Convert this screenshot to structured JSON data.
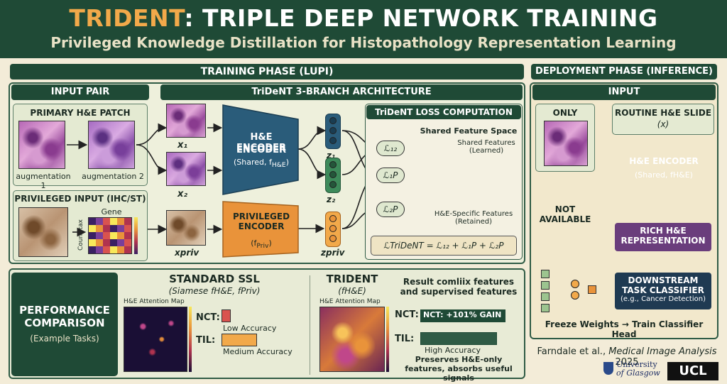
{
  "header": {
    "title_accent": "TRIDENT",
    "title_rest": ": TRIPLE DEEP NETWORK TRAINING",
    "subtitle": "Privileged Knowledge Distillation for Histopathology Representation Learning"
  },
  "training": {
    "bar": "TRAINING PHASE (LUPI)",
    "input_pair": {
      "bar": "INPUT PAIR",
      "primary_label": "PRIMARY H&E PATCH",
      "aug1": "augmentation 1",
      "aug2": "augmentation 2",
      "priv_label": "PRIVILEGED INPUT (IHC/ST)",
      "gene_expression": "Gene expression",
      "count_tax": "Count tax"
    },
    "arch": {
      "bar": "TriDeNT 3-BRANCH ARCHITECTURE",
      "x1": "x₁",
      "x2": "x₂",
      "xpriv": "xpriv",
      "he_encoder_title": "H&E ENCODER",
      "he_encoder_sub": "(Shared, f",
      "he_encoder_sub_sub": "H&E",
      "he_encoder_close": ")",
      "priv_encoder_title": "PRIVILEGED ENCODER",
      "priv_encoder_sub": "(f",
      "priv_encoder_sub_sub": "Priv",
      "priv_encoder_close": ")",
      "z1": "z₁",
      "z2": "z₂",
      "zpriv": "zpriv"
    },
    "loss": {
      "bar": "TriDeNT LOSS COMPUTATION",
      "l12": "ℒ₁₂",
      "l1p": "ℒ₁P",
      "l2p": "ℒ₂P",
      "space_title": "Shared Feature Space",
      "shared_features": "Shared Features (Learned)",
      "he_specific": "H&E-Specific Features (Retained)",
      "formula": "ℒTriDeNT = ℒ₁₂ + ℒ₁P + ℒ₂P"
    }
  },
  "deployment": {
    "bar": "DEPLOYMENT PHASE (INFERENCE)",
    "input_bar": "INPUT",
    "only": "ONLY",
    "routine_slide": "ROUTINE H&E SLIDE",
    "routine_x": "(x)",
    "not_available": "NOT AVAILABLE",
    "he_encoder_title": "H&E ENCODER",
    "he_encoder_sub": "(Shared, fH&E)",
    "rich_rep": "RICH H&E REPRESENTATION",
    "downstream": "DOWNSTREAM TASK CLASSIFIER",
    "downstream_sub": "(e.g., Cancer Detection)",
    "freeze": "Freeze Weights → Train Classifier Head"
  },
  "performance": {
    "title": "PERFORMANCE COMPARISON",
    "sub": "(Example Tasks)",
    "ssl_title": "STANDARD SSL",
    "ssl_sub": "(Siamese fH&E, fPriv)",
    "ssl_map": "H&E Attention Map",
    "nct": "NCT:",
    "til": "TIL:",
    "low_acc": "Low Accuracy",
    "med_acc": "Medium Accuracy",
    "trident_title": "TRIDENT",
    "trident_sub": "(fH&E)",
    "trident_map": "H&E Attention Map",
    "result_text": "Result comliix features and supervised features",
    "nct_gain": "NCT: +101% GAIN",
    "high_acc": "High Accuracy",
    "preserves": "Preserves H&E-only features, absorbs useful signals",
    "ssl_nct_level": 0.12,
    "ssl_til_level": 0.45,
    "tri_nct_level": 1.0,
    "tri_til_level": 0.9
  },
  "citation": {
    "authors": "Farndale et al., ",
    "journal": "Medical Image Analysis",
    "year": " 2025",
    "glasgow_1": "University",
    "glasgow_2": "of Glasgow",
    "ucl": "UCL"
  },
  "colors": {
    "dark_green": "#1f4a36",
    "he_encoder": "#2a5c7a",
    "priv_encoder": "#e9933a",
    "accent_orange": "#f2a94a",
    "purple": "#6a3d7c"
  }
}
